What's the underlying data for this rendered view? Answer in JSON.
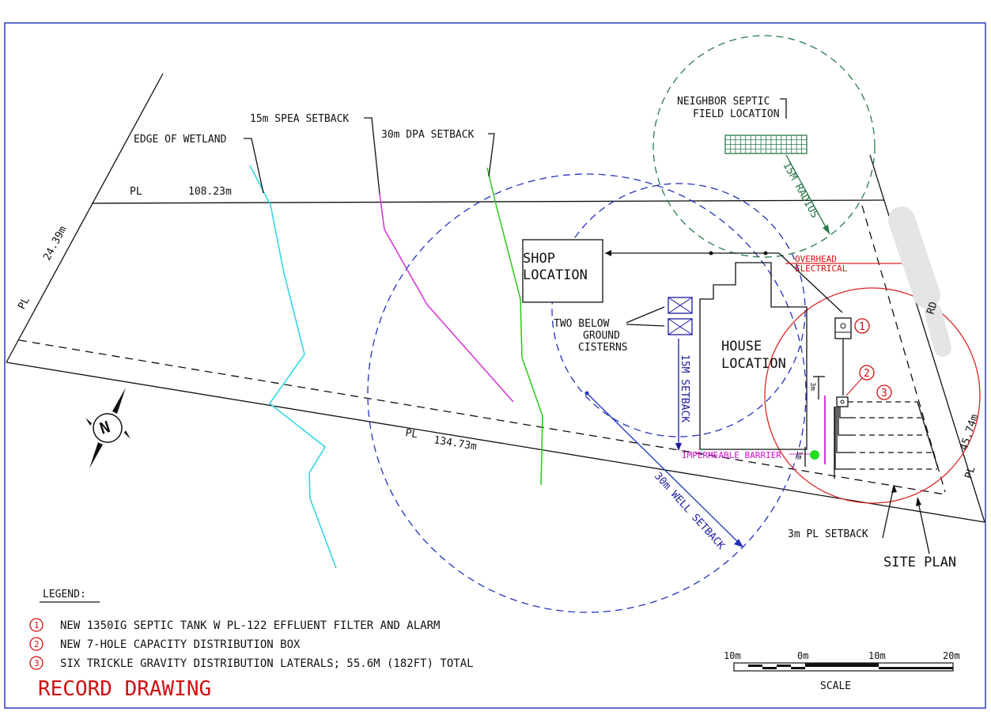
{
  "labels": {
    "edge_wetland": "EDGE OF WETLAND",
    "spea_setback": "15m SPEA SETBACK",
    "dpa_setback": "30m DPA SETBACK",
    "neighbor_septic_1": "NEIGHBOR SEPTIC",
    "neighbor_septic_2": "FIELD LOCATION",
    "radius_15m": "15M RADIUS",
    "pl_top": "PL",
    "pl_top_len": "108.23m",
    "pl_left": "PL",
    "pl_left_len": "24.39m",
    "pl_bottom": "PL",
    "pl_bottom_len": "134.73m",
    "pl_right": "PL",
    "pl_right_len": "45.74m",
    "shop_1": "SHOP",
    "shop_2": "LOCATION",
    "house_1": "HOUSE",
    "house_2": "LOCATION",
    "overhead_1": "OVERHEAD",
    "overhead_2": "ELECTRICAL",
    "cisterns_1": "TWO BELOW",
    "cisterns_2": "GROUND",
    "cisterns_3": "CISTERNS",
    "setback_15m": "15M SETBACK",
    "well_setback": "30m WELL SETBACK",
    "impermeable": "IMPERMEABLE BARRIER",
    "dim_3m_a": "3m",
    "dim_3m_b": "3m",
    "pl_setback": "3m PL SETBACK",
    "site_plan": "SITE PLAN",
    "road": "RD",
    "north": "N",
    "callout_1": "1",
    "callout_2": "2",
    "callout_3": "3"
  },
  "legend": {
    "title": "LEGEND:",
    "items": [
      {
        "num": "1",
        "text": "NEW 1350IG SEPTIC TANK W PL-122 EFFLUENT FILTER AND ALARM"
      },
      {
        "num": "2",
        "text": "NEW 7-HOLE CAPACITY DISTRIBUTION BOX"
      },
      {
        "num": "3",
        "text": "SIX TRICKLE GRAVITY DISTRIBUTION LATERALS; 55.6M (182FT) TOTAL"
      }
    ]
  },
  "record_drawing": "RECORD DRAWING",
  "scale": {
    "label": "SCALE",
    "ticks": [
      "10m",
      "0m",
      "10m",
      "20m"
    ]
  },
  "colors": {
    "wetland": "#33d6e6",
    "spea": "#d63ad6",
    "dpa": "#33cc22",
    "well_setback": "#2233bb",
    "neighbor": "#2a7a4a",
    "electrical": "#dd2222",
    "record": "#d01010",
    "frame": "#2b3fb8"
  }
}
